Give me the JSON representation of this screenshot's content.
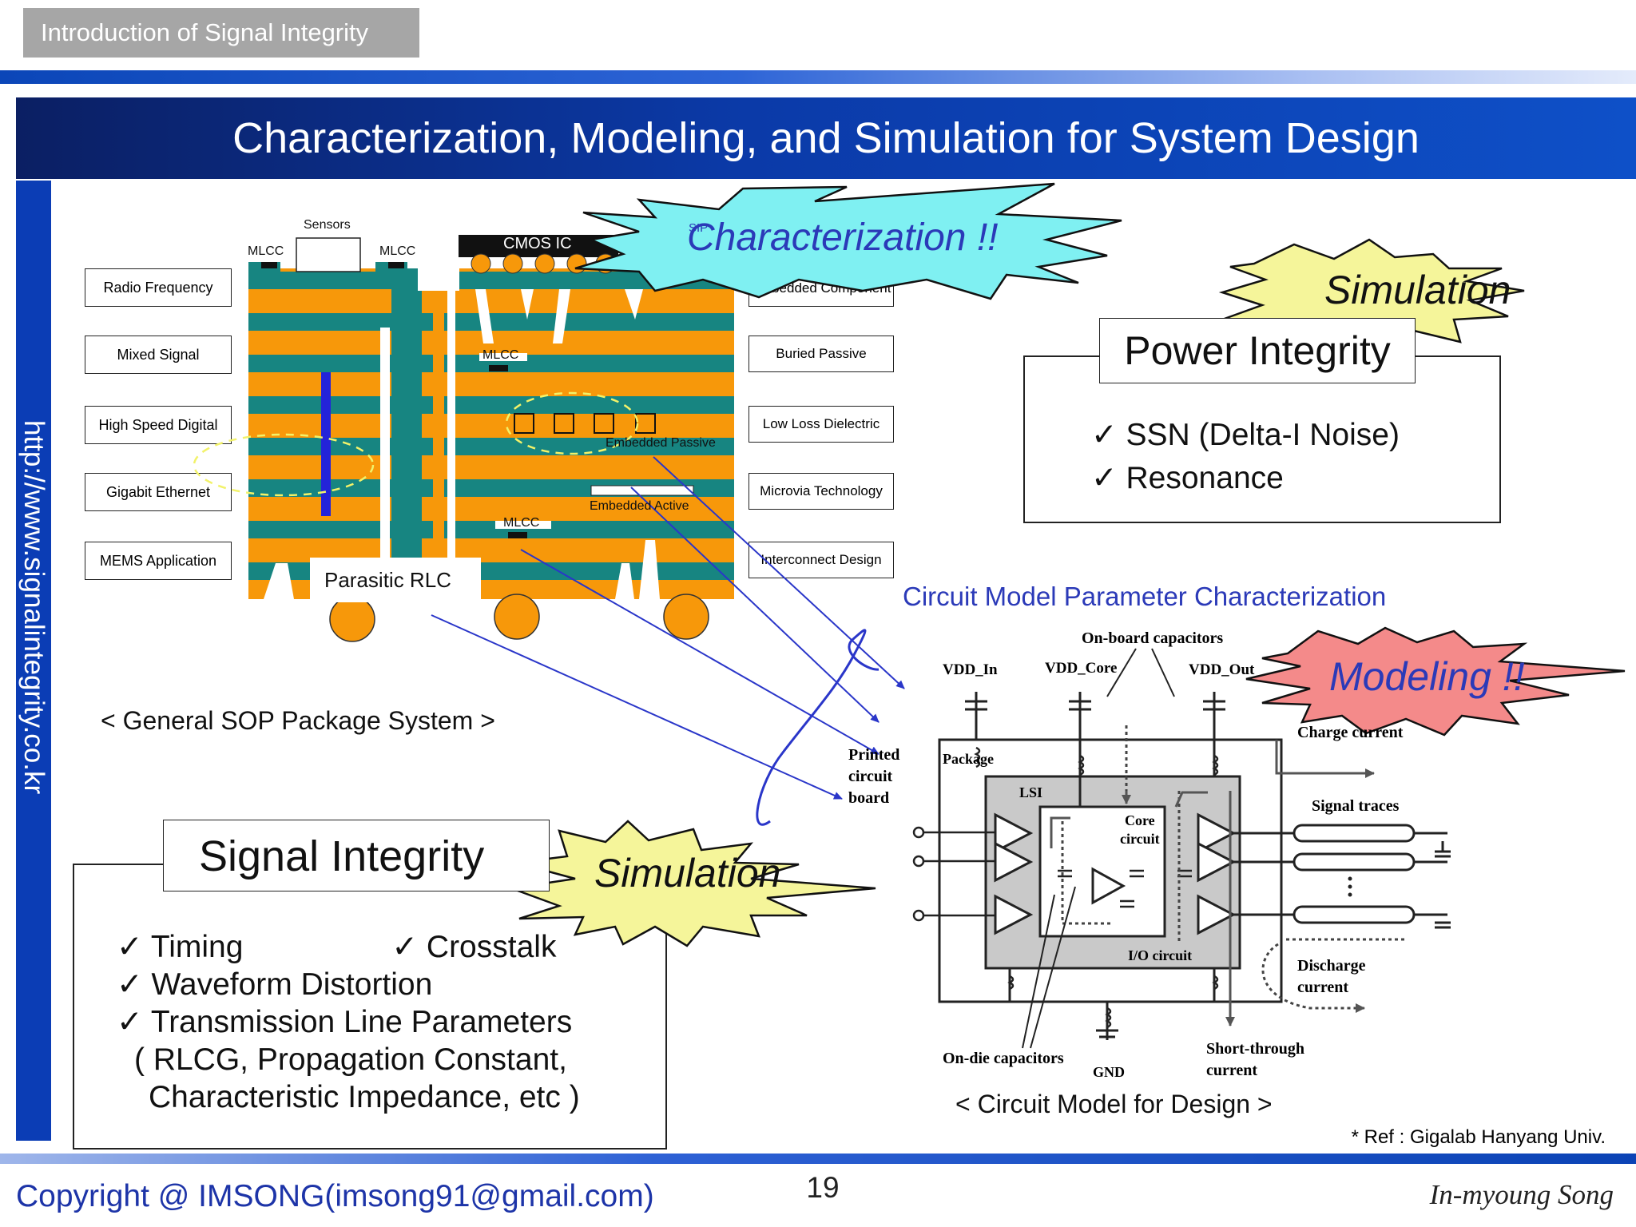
{
  "header": {
    "topic": "Introduction of Signal Integrity",
    "title": "Characterization, Modeling, and Simulation for System Design"
  },
  "sidebar": {
    "url": "http://www.signalintegrity.co.kr"
  },
  "sop": {
    "left_labels": [
      "Radio Frequency",
      "Mixed Signal",
      "High Speed Digital",
      "Gigabit Ethernet",
      "MEMS Application"
    ],
    "right_labels": [
      "Embedded Component",
      "Buried Passive",
      "Low Loss Dielectric",
      "Microvia Technology",
      "Interconnect Design"
    ],
    "sensors": "Sensors",
    "mlcc_left": "MLCC",
    "mlcc_right": "MLCC",
    "cmos_ic": "CMOS IC",
    "sip": "SIP",
    "mlcc_inner_1": "MLCC",
    "mlcc_inner_2": "MLCC",
    "embedded_passive": "Embedded Passive",
    "embedded_active": "Embedded Active",
    "parasitic": "Parasitic RLC",
    "caption": "< General SOP Package System >"
  },
  "bursts": {
    "characterization": "Characterization !!",
    "simulation_power": "Simulation",
    "simulation_signal": "Simulation",
    "modeling": "Modeling !!"
  },
  "power_integrity": {
    "title": "Power Integrity",
    "items": [
      "SSN (Delta-I Noise)",
      "Resonance"
    ]
  },
  "signal_integrity": {
    "title": "Signal Integrity",
    "items": [
      "Timing",
      "Crosstalk",
      "Waveform Distortion",
      "Transmission Line Parameters"
    ],
    "note_line1": "( RLCG, Propagation Constant,",
    "note_line2": "Characteristic Impedance, etc )"
  },
  "circuit": {
    "heading": "Circuit Model Parameter Characterization",
    "onboard": "On-board capacitors",
    "vdd_in": "VDD_In",
    "vdd_core": "VDD_Core",
    "vdd_out": "VDD_Out",
    "charge": "Charge current",
    "package": "Package",
    "pcb_1": "Printed",
    "pcb_2": "circuit",
    "pcb_3": "board",
    "lsi": "LSI",
    "core_1": "Core",
    "core_2": "circuit",
    "signal_traces": "Signal traces",
    "io": "I/O circuit",
    "discharge_1": "Discharge",
    "discharge_2": "current",
    "ondie": "On-die capacitors",
    "gnd": "GND",
    "short_1": "Short-through",
    "short_2": "current",
    "caption": "< Circuit Model for Design >"
  },
  "footer": {
    "ref": "* Ref : Gigalab Hanyang Univ.",
    "copyright": "Copyright @ IMSONG(imsong91@gmail.com)",
    "page": "19",
    "author": "In-myoung Song"
  },
  "colors": {
    "title_bar": "#0b3aa8",
    "orange": "#f7980a",
    "teal": "#178581",
    "cyan_burst": "#7ff0f2",
    "yellow_burst": "#f5f59a",
    "pink_burst": "#f48a8a",
    "link_blue": "#2b3ab8"
  }
}
